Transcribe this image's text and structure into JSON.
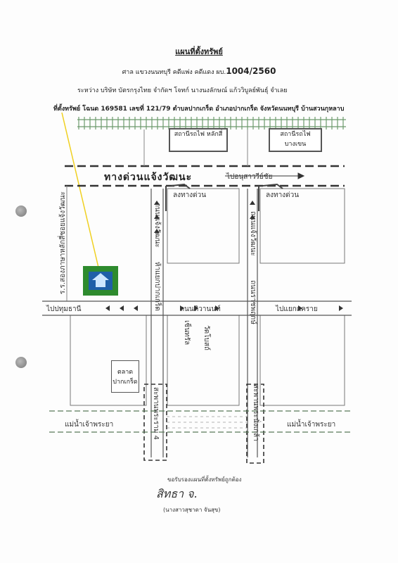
{
  "header": {
    "title": "แผนที่ตั้งทรัพย์",
    "court_prefix": "ศาล แขวงนนทบุรี   คดีแพ่ง คดีแดง  ผบ.",
    "case_number": "1004/2560",
    "parties": "ระหว่าง บริษัท บัตรกรุงไทย จำกัดฯ   โจทก์     นางนงลักษณ์  แก้ววิบูลย์พันธุ์    จำเลย",
    "property": "ที่ตั้งทรัพย์ โฉนด 169581  เลขที่ 121/79  ตำบลปากเกร็ด อำเภอปากเกร็ด จังหวัดนนทบุรี บ้านสวนกุหลาบ"
  },
  "map": {
    "station_left": "สถานีรถไฟ หลักสี่",
    "station_right": "สถานีรถไฟ บางเขน",
    "expressway": "ทางด่วนแจ้งวัฒนะ",
    "to_anusawari": "ไปอนุสาวรีย์ชัย",
    "exit_left": "ลงทางด่วน",
    "exit_right": "ลงทางด่วน",
    "village": "ร.ร.สองภาษาหลักสี่ซอยแจ้งวัฒนะ",
    "road_chaengwattana": "ถนนแจ้งวัฒนะ",
    "to_pathum": "ไปปทุมธานี",
    "road_tiwanon": "ถนนติวานนท์",
    "to_khaerai": "ไปแยกแคราย",
    "road_pakkret": "ห้าแยกปากเกร็ด",
    "road_chaengwattana2": "ถนนแจ้งวัฒนะ",
    "road_ratchaphruek": "ถนนราชพฤกษ์",
    "central": "เซ็นทรัล",
    "temple": "วัดโบสถ์",
    "market": "ตลาด ปากเกร็ด",
    "bridge_rama4": "สะพานพระราม 4",
    "bridge_nonthaburi": "สะพานพระนั่งเกล้า",
    "river_left": "แม่น้ำเจ้าพระยา",
    "river_right": "แม่น้ำเจ้าพระยา"
  },
  "footer": {
    "certify": "ขอรับรองแผนที่ตั้งทรัพย์ถูกต้อง",
    "signature": "สิทธา จ.",
    "signer": "(นางสาวสุชาดา   จันสุข)"
  },
  "colors": {
    "marker": "#2e8b2e",
    "marker_icon": "#1f5fa8",
    "arrow": "#f0d020",
    "rail": "#6c9a6c"
  }
}
